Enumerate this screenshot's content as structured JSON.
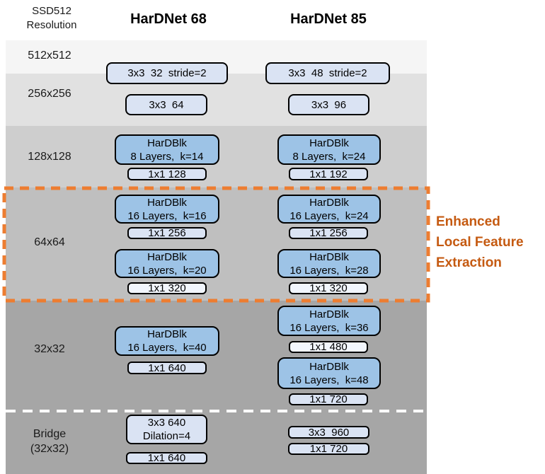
{
  "header": {
    "resolution_line1": "SSD512",
    "resolution_line2": "Resolution",
    "left_title": "HarDNet 68",
    "right_title": "HarDNet 85"
  },
  "row_labels": {
    "r512": "512x512",
    "r256": "256x256",
    "r128": "128x128",
    "r64": "64x64",
    "r32": "32x32",
    "bridge_line1": "Bridge",
    "bridge_line2": "(32x32)"
  },
  "annotation": {
    "line1": "Enhanced",
    "line2": "Local Feature",
    "line3": "Extraction"
  },
  "hardnet68": {
    "conv_stride": "3x3  32  stride=2",
    "conv2": "3x3  64",
    "blk_128": [
      "HarDBlk",
      "8 Layers,  k=14"
    ],
    "conv_128": "1x1 128",
    "blk_64a": [
      "HarDBlk",
      "16 Layers,  k=16"
    ],
    "conv_64a": "1x1 256",
    "blk_64b": [
      "HarDBlk",
      "16 Layers,  k=20"
    ],
    "conv_64b": "1x1 320",
    "blk_32": [
      "HarDBlk",
      "16 Layers,  k=40"
    ],
    "conv_32": "1x1 640",
    "bridge_conv": [
      "3x3 640",
      "Dilation=4"
    ],
    "bridge_1x1": "1x1 640"
  },
  "hardnet85": {
    "conv_stride": "3x3  48  stride=2",
    "conv2": "3x3  96",
    "blk_128": [
      "HarDBlk",
      "8 Layers,  k=24"
    ],
    "conv_128": "1x1 192",
    "blk_64a": [
      "HarDBlk",
      "16 Layers,  k=24"
    ],
    "conv_64a": "1x1 256",
    "blk_64b": [
      "HarDBlk",
      "16 Layers,  k=28"
    ],
    "conv_64b": "1x1 320",
    "blk_32a": [
      "HarDBlk",
      "16 Layers,  k=36"
    ],
    "conv_32a": "1x1 480",
    "blk_32b": [
      "HarDBlk",
      "16 Layers,  k=48"
    ],
    "conv_32b": "1x1 720",
    "bridge_conv": "3x3  960",
    "bridge_1x1": "1x1 720"
  },
  "colors": {
    "hardblk_fill": "#9DC3E6",
    "conv_fill": "#DAE3F3",
    "conv_fill_light": "#F2F6FD",
    "row_512": "#F5F5F5",
    "row_256": "#E1E1E1",
    "row_128": "#CECECE",
    "row_64": "#BFBFBF",
    "row_32": "#A6A6A6",
    "row_bridge": "#A6A6A6",
    "dashed_border_orange": "#ED7D31",
    "annotation_text": "#C55A11",
    "separator_dash_white": "#FFFFFF"
  }
}
